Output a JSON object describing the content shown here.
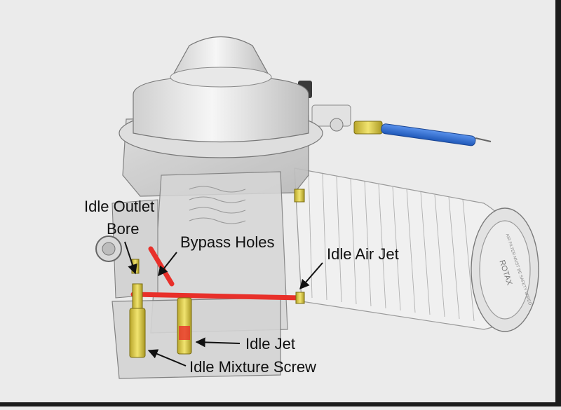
{
  "labels": {
    "idle_outlet_line1": "Idle Outlet",
    "idle_outlet_line2": "Bore",
    "bypass_holes": "Bypass Holes",
    "idle_air_jet": "Idle Air Jet",
    "idle_jet": "Idle Jet",
    "idle_mixture_screw": "Idle Mixture Screw"
  },
  "filter_text": {
    "brand": "ROTAX",
    "warning": "AIR FILTER MUST BE SAFETY WIRED"
  },
  "colors": {
    "background": "#ebebeb",
    "idle_passage": "#e8302a",
    "cable_housing": "#2f6fd6",
    "brass": "#e6d24a",
    "outline": "#555555"
  }
}
